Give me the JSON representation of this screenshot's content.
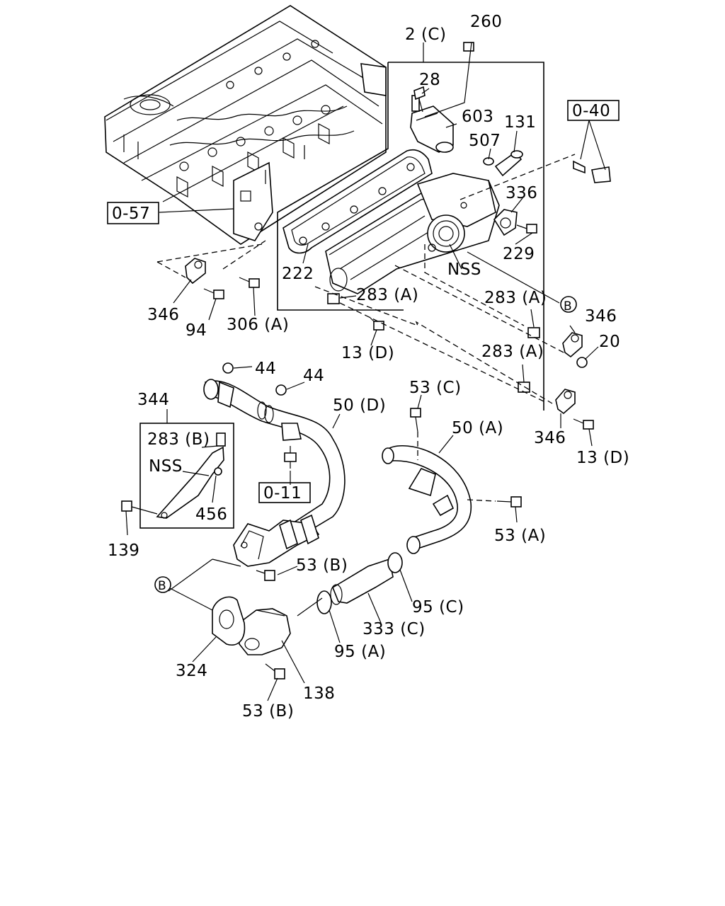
{
  "callouts": {
    "c_2c": "2 (C)",
    "c_260": "260",
    "c_28": "28",
    "c_603": "603",
    "c_131": "131",
    "c_507": "507",
    "c_040": "0-40",
    "c_336": "336",
    "c_229": "229",
    "c_057": "0-57",
    "c_222": "222",
    "c_nss_top": "NSS",
    "c_283a_1": "283 (A)",
    "c_283a_2": "283 (A)",
    "c_283a_3": "283 (A)",
    "c_b_ref_1": "B",
    "c_346_1": "346",
    "c_94": "94",
    "c_306a": "306 (A)",
    "c_13d_1": "13 (D)",
    "c_346_2": "346",
    "c_20": "20",
    "c_44_1": "44",
    "c_44_2": "44",
    "c_53c": "53 (C)",
    "c_344": "344",
    "c_50d": "50 (D)",
    "c_346_3": "346",
    "c_13d_2": "13 (D)",
    "c_283b": "283 (B)",
    "c_50a": "50 (A)",
    "c_nss_bracket": "NSS",
    "c_011": "0-11",
    "c_456": "456",
    "c_53a": "53 (A)",
    "c_139": "139",
    "c_53b_1": "53 (B)",
    "c_b_ref_2": "B",
    "c_95c": "95 (C)",
    "c_333c": "333 (C)",
    "c_95a": "95 (A)",
    "c_324": "324",
    "c_138": "138",
    "c_53b_2": "53 (B)"
  }
}
